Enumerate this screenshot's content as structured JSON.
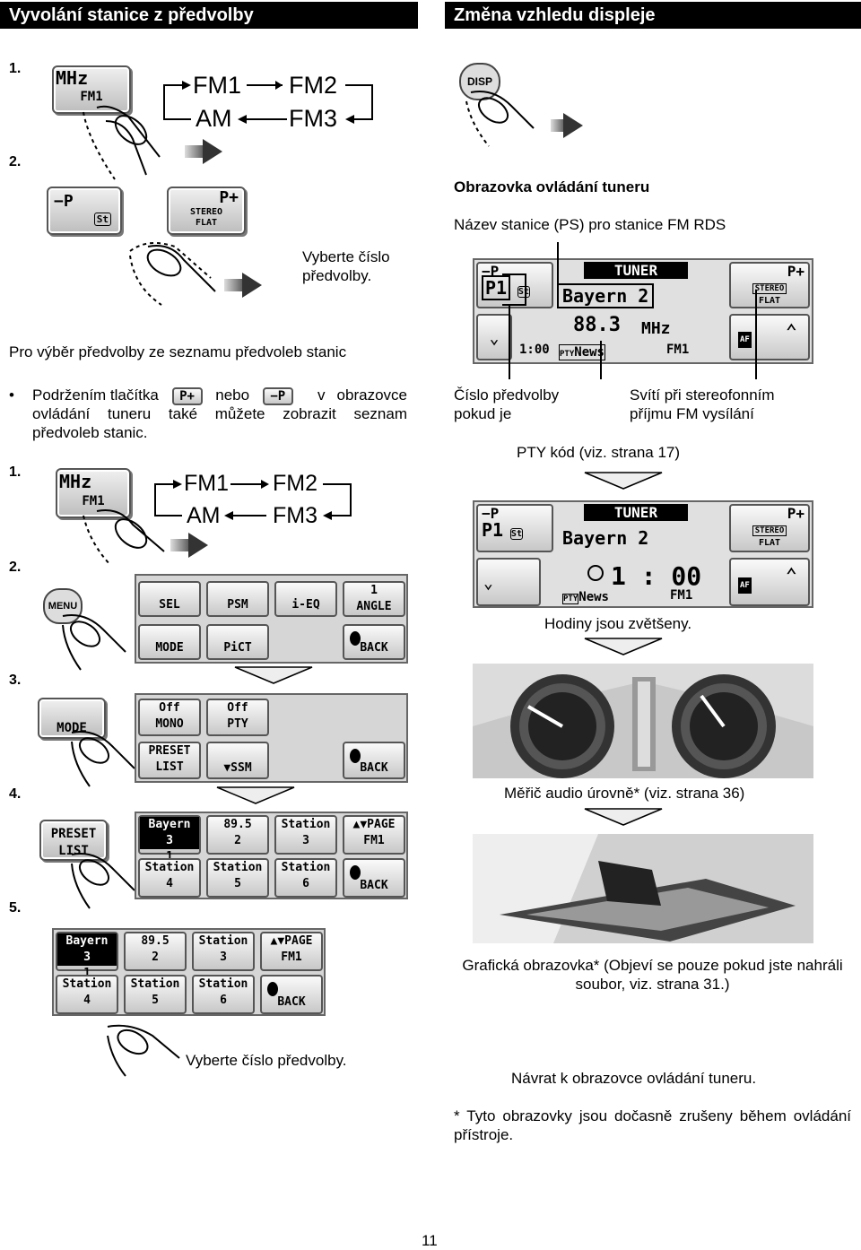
{
  "left": {
    "header": "Vyvolání stanice z předvolby",
    "step1": "1.",
    "step2": "2.",
    "band_button": {
      "line1": "MHz",
      "line2": "FM1"
    },
    "band_cycle": [
      "FM1",
      "FM2",
      "AM",
      "FM3"
    ],
    "minus_p_button": {
      "label": "−P",
      "sub": "St"
    },
    "plus_p_button": {
      "label": "P+",
      "sub1": "STEREO",
      "sub2": "FLAT"
    },
    "select_note": "Vyberte číslo předvolby.",
    "list_heading": "Pro výběr předvolby ze seznamu předvoleb stanic",
    "bullet_before": "Podržením tlačítka",
    "bullet_or": "nebo",
    "bullet_after": "v obrazovce ovládání tuneru také můžete zobrazit seznam předvoleb stanic.",
    "icon_plus": "P+",
    "icon_minus": "−P",
    "steps": [
      "1.",
      "2.",
      "3.",
      "4.",
      "5."
    ],
    "band_cycle_2": [
      "FM1",
      "FM2",
      "AM",
      "FM3"
    ],
    "menu_button": "MENU",
    "menu_panel": [
      "SEL",
      "PSM",
      "i-EQ",
      "ANGLE",
      "MODE",
      "PiCT",
      "BACK"
    ],
    "angle_num": "1",
    "mode_button": "MODE",
    "mode_panel": {
      "off1": "Off",
      "mono": "MONO",
      "off2": "Off",
      "pty": "PTY",
      "preset": "PRESET",
      "list": "LIST",
      "ssm": "SSM",
      "back": "BACK"
    },
    "preset_button": {
      "line1": "PRESET",
      "line2": "LIST"
    },
    "preset_list": {
      "row1": [
        {
          "top": "Bayern 3",
          "num": "1"
        },
        {
          "top": "89.5",
          "num": "2"
        },
        {
          "top": "Station",
          "num": "3"
        }
      ],
      "row2": [
        {
          "top": "Station",
          "num": "4"
        },
        {
          "top": "Station",
          "num": "5"
        },
        {
          "top": "Station",
          "num": "6"
        }
      ],
      "page": "PAGE",
      "band": "FM1",
      "back": "BACK"
    },
    "final_note": "Vyberte číslo předvolby."
  },
  "right": {
    "header": "Změna vzhledu displeje",
    "disp_button": "DISP",
    "tuner_screen_label": "Obrazovka ovládání tuneru",
    "ps_label": "Název stanice (PS) pro stanice FM RDS",
    "tuner1": {
      "minusp": "−P",
      "p1": "P1",
      "st": "St",
      "title": "TUNER",
      "station": "Bayern 2",
      "plusp": "P+",
      "stereo": "STEREO",
      "flat": "FLAT",
      "freq": "88.3",
      "mhz": "MHz",
      "time": "1:00",
      "pty": "PTY",
      "news": "News",
      "band": "FM1",
      "af": "AF"
    },
    "preset_num_label": "Číslo předvolby pokud je",
    "stereo_label": "Svítí při stereofonním příjmu FM vysílání",
    "pty_label": "PTY kód (viz. strana 17)",
    "tuner2": {
      "minusp": "−P",
      "p1": "P1",
      "st": "St",
      "title": "TUNER",
      "station": "Bayern 2",
      "plusp": "P+",
      "stereo": "STEREO",
      "flat": "FLAT",
      "time": "1 : 00",
      "pty": "PTY",
      "news": "News",
      "band": "FM1",
      "af": "AF"
    },
    "clock_label": "Hodiny jsou zvětšeny.",
    "meter_label": "Měřič audio úrovně* (viz. strana 36)",
    "graphic_label": "Grafická obrazovka* (Objeví se pouze pokud jste nahráli soubor, viz. strana 31.)",
    "return_label": "Návrat k obrazovce ovládání tuneru.",
    "footnote": "* Tyto obrazovky jsou dočasně zrušeny během ovládání přístroje."
  },
  "page_number": "11"
}
